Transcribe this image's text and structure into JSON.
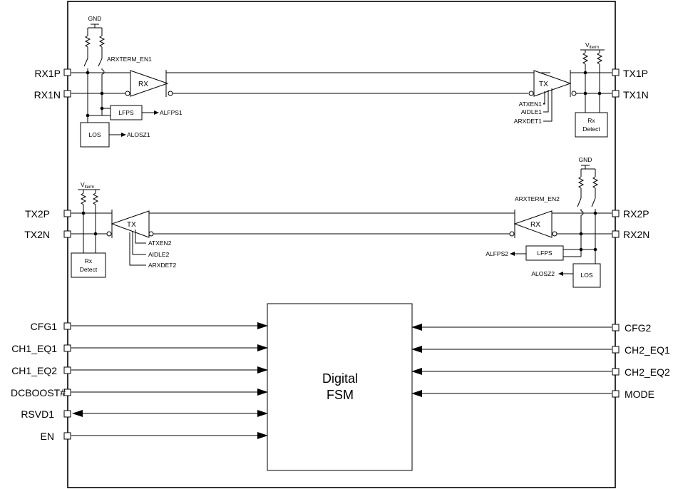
{
  "pins_left": {
    "rx1p": "RX1P",
    "rx1n": "RX1N",
    "tx2p": "TX2P",
    "tx2n": "TX2N",
    "cfg1": "CFG1",
    "ch1_eq1": "CH1_EQ1",
    "ch1_eq2": "CH1_EQ2",
    "dcboost": "DCBOOST#",
    "rsvd1": "RSVD1",
    "en": "EN"
  },
  "pins_right": {
    "tx1p": "TX1P",
    "tx1n": "TX1N",
    "rx2p": "RX2P",
    "rx2n": "RX2N",
    "cfg2": "CFG2",
    "ch2_eq1": "CH2_EQ1",
    "ch2_eq2": "CH2_EQ2",
    "mode": "MODE"
  },
  "channel1": {
    "gnd": "GND",
    "arxterm": "ARXTERM_EN1",
    "rx": "RX",
    "lfps": "LFPS",
    "alfps": "ALFPS1",
    "los": "LOS",
    "alosz": "ALOSZ1",
    "tx": "TX",
    "vterm": "V",
    "vterm_sub": "lterm",
    "atxen": "ATXEN1",
    "aidle": "AIDLE1",
    "arxdet": "ARXDET1",
    "rxdet_line1": "Rx",
    "rxdet_line2": "Detect"
  },
  "channel2": {
    "gnd": "GND",
    "arxterm": "ARXTERM_EN2",
    "rx": "RX",
    "lfps": "LFPS",
    "alfps": "ALFPS2",
    "los": "LOS",
    "alosz": "ALOSZ2",
    "tx": "TX",
    "vterm": "V",
    "vterm_sub": "lterm",
    "atxen": "ATXEN2",
    "aidle": "AIDLE2",
    "arxdet": "ARXDET2",
    "rxdet_line1": "Rx",
    "rxdet_line2": "Detect"
  },
  "fsm": {
    "line1": "Digital",
    "line2": "FSM"
  }
}
